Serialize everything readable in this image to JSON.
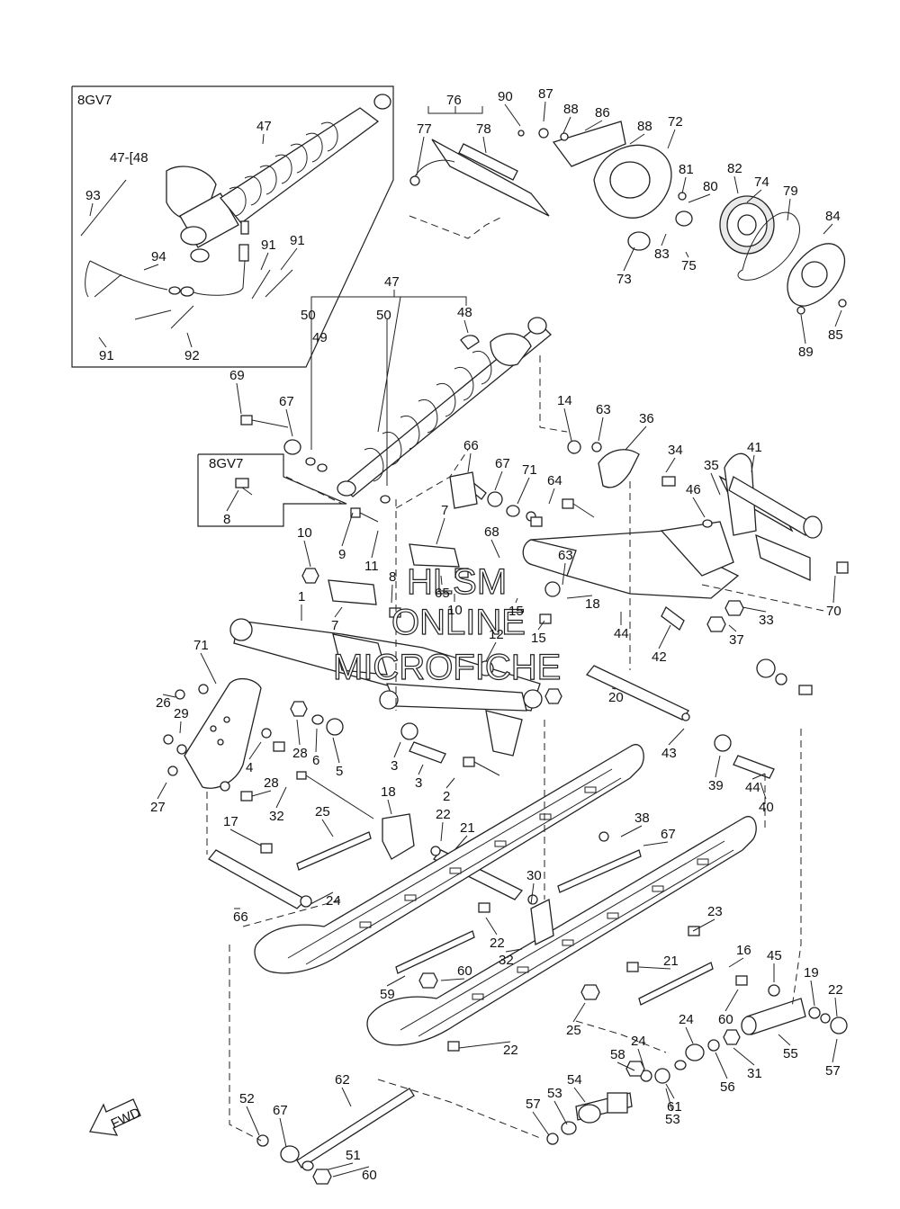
{
  "diagram": {
    "inset_boxes": [
      {
        "id": "inset-main",
        "label": "8GV7"
      },
      {
        "id": "inset-small",
        "label": "8GV7"
      }
    ],
    "watermark": {
      "line1": "HLSM",
      "line2": "ONLINE",
      "line3": "MICROFICHE"
    },
    "fwd_label": "FWD",
    "bracket_label_47_48": "47-[48",
    "callouts": [
      "47",
      "93",
      "94",
      "91",
      "91",
      "91",
      "92",
      "76",
      "77",
      "78",
      "90",
      "87",
      "88",
      "86",
      "88",
      "72",
      "81",
      "80",
      "82",
      "74",
      "79",
      "84",
      "73",
      "83",
      "75",
      "89",
      "85",
      "47",
      "50",
      "49",
      "50",
      "48",
      "69",
      "67",
      "8",
      "9",
      "11",
      "10",
      "7",
      "7",
      "8",
      "1",
      "65",
      "10",
      "66",
      "67",
      "71",
      "64",
      "68",
      "15",
      "18",
      "15",
      "12",
      "63",
      "14",
      "63",
      "36",
      "34",
      "35",
      "41",
      "46",
      "44",
      "33",
      "70",
      "42",
      "37",
      "71",
      "26",
      "29",
      "28",
      "6",
      "5",
      "3",
      "3",
      "2",
      "4",
      "28",
      "27",
      "32",
      "18",
      "17",
      "25",
      "22",
      "21",
      "20",
      "43",
      "44",
      "39",
      "40",
      "38",
      "67",
      "66",
      "24",
      "22",
      "30",
      "32",
      "23",
      "21",
      "16",
      "45",
      "19",
      "22",
      "60",
      "59",
      "60",
      "25",
      "22",
      "24",
      "24",
      "31",
      "56",
      "61",
      "58",
      "53",
      "54",
      "53",
      "57",
      "55",
      "57",
      "62",
      "52",
      "67",
      "51",
      "60",
      "59",
      "60",
      "70"
    ]
  }
}
